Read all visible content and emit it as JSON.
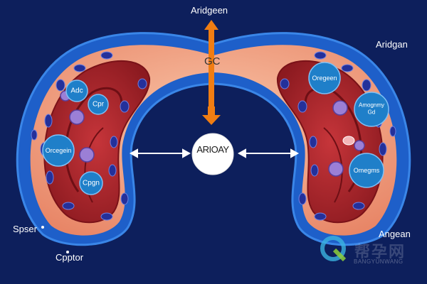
{
  "labels": {
    "top": "Aridgeen",
    "right_top": "Aridgan",
    "right_bottom": "Angean",
    "left_mid": "Spser",
    "left_bottom": "Cpptor",
    "gc": "GC",
    "center": "ARIOAY"
  },
  "bubbles": {
    "l1": "Adc",
    "l2": "Cpr",
    "l3": "Orcegein",
    "l4": "Cpgn",
    "r1": "Oregeen",
    "r2a": "Amognmy",
    "r2b": "Gd",
    "r3": "Omegms"
  },
  "watermark": {
    "cn": "帮孕网",
    "en": "BANGYUNWANG"
  },
  "colors": {
    "background": "#0d1f5c",
    "outer_ring": "#1e5fc9",
    "tissue": "#f2a486",
    "interior": "#b8252b",
    "bubble": "#1f7fc9",
    "arrow": "#f07d12"
  }
}
